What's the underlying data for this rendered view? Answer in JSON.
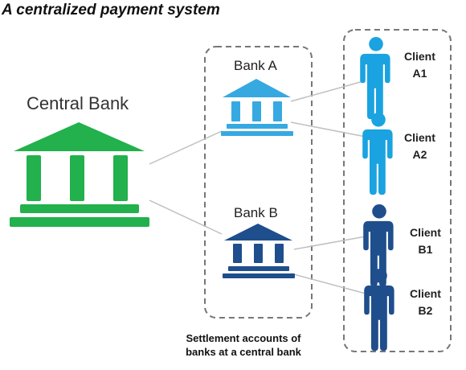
{
  "title": "A centralized payment system",
  "central_bank": {
    "label": "Central Bank",
    "color": "#22b14c"
  },
  "bank_a": {
    "label": "Bank A",
    "color": "#36a9e1"
  },
  "bank_b": {
    "label": "Bank B",
    "color": "#1f4e8c"
  },
  "clients": [
    {
      "line1": "Client",
      "line2": "A1",
      "icon": "person-icon",
      "color": "#1aa3e0"
    },
    {
      "line1": "Client",
      "line2": "A2",
      "icon": "person-icon",
      "color": "#1aa3e0"
    },
    {
      "line1": "Client",
      "line2": "B1",
      "icon": "person-icon",
      "color": "#1f4e8c"
    },
    {
      "line1": "Client",
      "line2": "B2",
      "icon": "person-icon",
      "color": "#1f4e8c"
    }
  ],
  "caption": {
    "line1": "Settlement accounts of",
    "line2": "banks at a central bank"
  },
  "icons": [
    "bank-icon",
    "person-icon"
  ]
}
